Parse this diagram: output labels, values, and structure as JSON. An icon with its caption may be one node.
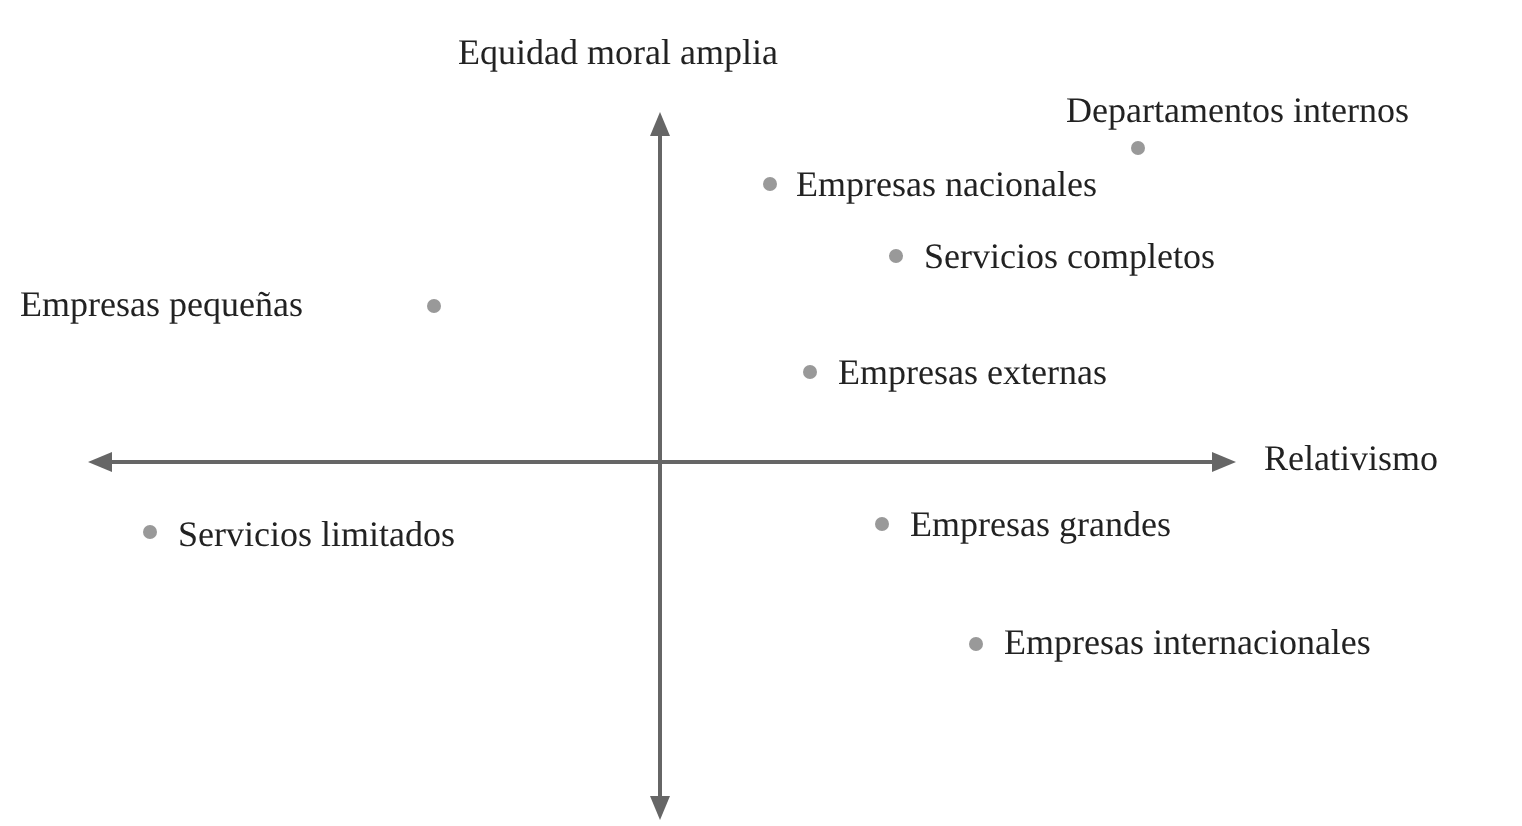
{
  "diagram": {
    "labels": [
      "Equidad moral amplia",
      "Departamentos internos",
      "Empresas nacionales",
      "Servicios completos",
      "Empresas pequeñas",
      "Empresas externas",
      "Relativismo",
      "Servicios limitados",
      "Empresas grandes",
      "Empresas internacionales"
    ]
  }
}
